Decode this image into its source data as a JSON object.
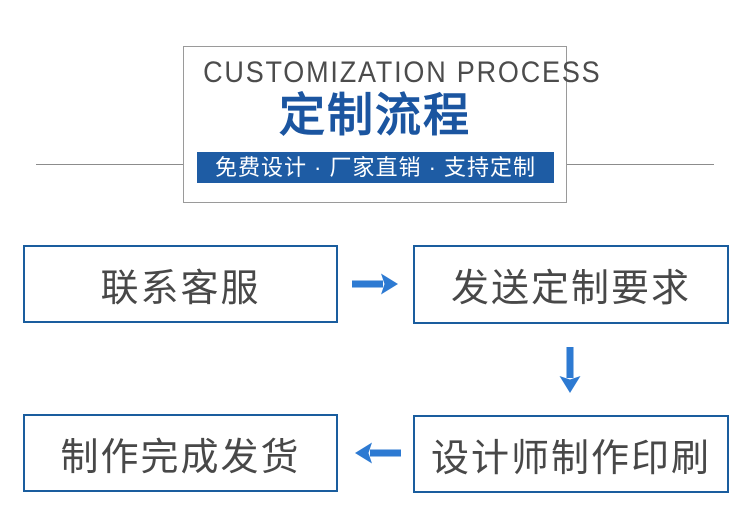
{
  "header": {
    "title_en": "CUSTOMIZATION PROCESS",
    "title_zh": "定制流程",
    "banner_text": "免费设计 · 厂家直销 · 支持定制"
  },
  "flow": {
    "steps": [
      {
        "label": "联系客服"
      },
      {
        "label": "发送定制要求"
      },
      {
        "label": "设计师制作印刷"
      },
      {
        "label": "制作完成发货"
      }
    ],
    "arrows": [
      {
        "name": "arrow-right-icon",
        "direction": "right"
      },
      {
        "name": "arrow-down-icon",
        "direction": "down"
      },
      {
        "name": "arrow-left-icon",
        "direction": "left"
      }
    ]
  },
  "colors": {
    "title-blue": "#1b55a0",
    "banner-blue": "#1e5ca4",
    "box-border-blue": "#1a5d9e",
    "arrow-blue": "#2d7ad2",
    "text-gray": "#484848",
    "line-gray": "#8c8c8c",
    "header-border-gray": "#9a9a9a"
  }
}
